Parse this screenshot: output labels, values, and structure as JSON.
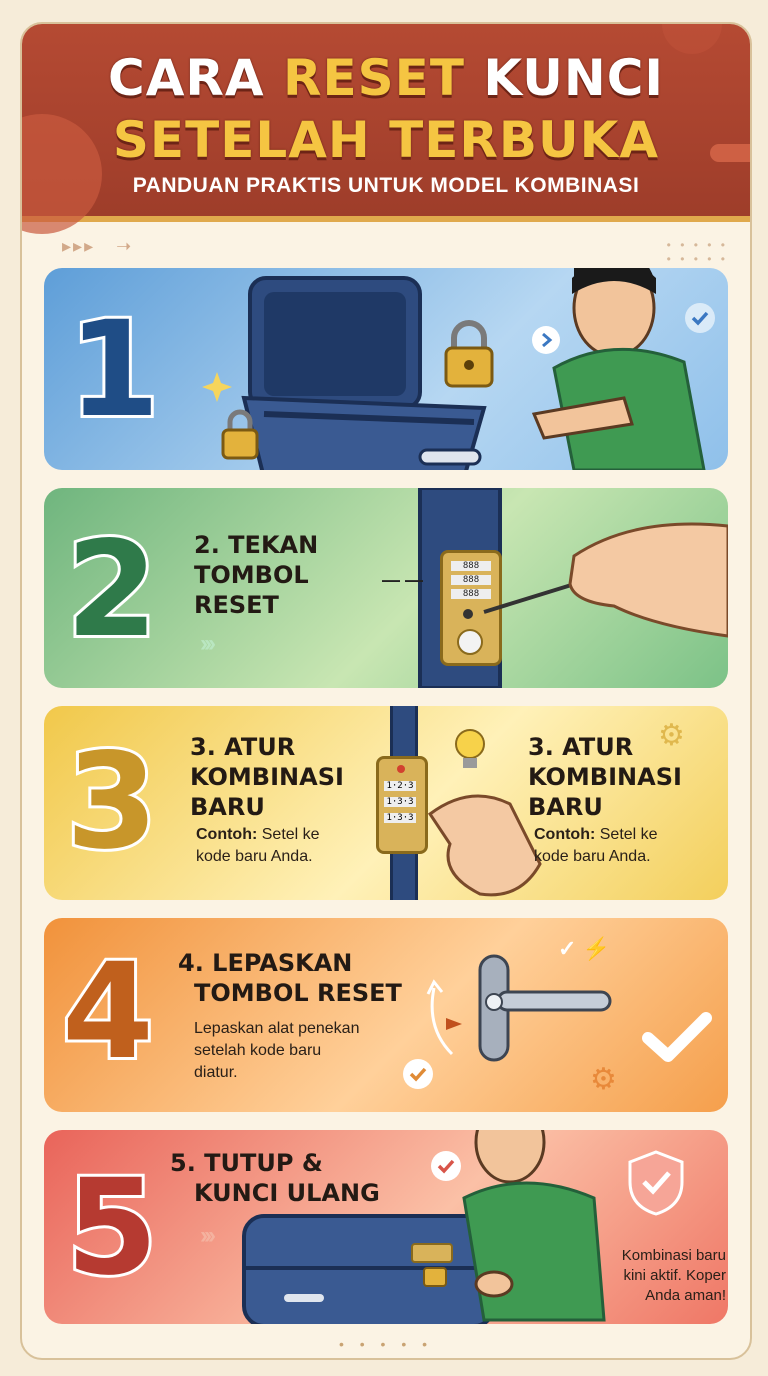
{
  "header": {
    "title_word1": "CARA",
    "title_word2": "RESET",
    "title_word3": "KUNCI",
    "title_line2": "SETELAH TERBUKA",
    "subtitle": "PANDUAN PRAKTIS UNTUK MODEL KOMBINASI"
  },
  "steps": [
    {
      "number": "1",
      "color": "#1f4d86"
    },
    {
      "number": "2",
      "color": "#2f7a4a",
      "title_lines": [
        "2. TEKAN",
        "TOMBOL",
        "RESET"
      ]
    },
    {
      "number": "3",
      "color": "#c8962a",
      "title_lines": [
        "3. ATUR",
        "KOMBINASI",
        "BARU"
      ],
      "desc_bold": "Contoh:",
      "desc_rest": " Setel ke",
      "desc_line2": "kode baru Anda.",
      "title_lines_right": [
        "3. ATUR",
        "KOMBINASI",
        "BARU"
      ],
      "desc_bold_right": "Contoh:",
      "desc_rest_right": " Setel ke",
      "desc_line2_right": "kode baru Anda.",
      "dial_codes": [
        "1·2·3",
        "1·3·3",
        "1·3·3"
      ]
    },
    {
      "number": "4",
      "color": "#c0601d",
      "title_lines": [
        "4. LEPASKAN",
        "TOMBOL RESET"
      ],
      "desc_lines": [
        "Lepaskan alat penekan",
        "setelah kode baru",
        "diatur."
      ]
    },
    {
      "number": "5",
      "color": "#b63a31",
      "title_lines": [
        "5. TUTUP &",
        "KUNCI ULANG"
      ],
      "note_lines": [
        "Kombinasi baru",
        "kini aktif. Koper",
        "Anda aman!"
      ]
    }
  ],
  "lock_dials_step2": [
    "888",
    "888",
    "888"
  ],
  "colors": {
    "header_bg": "#b54a33",
    "accent_gold": "#f5c542",
    "page_bg": "#f6ecd9"
  }
}
